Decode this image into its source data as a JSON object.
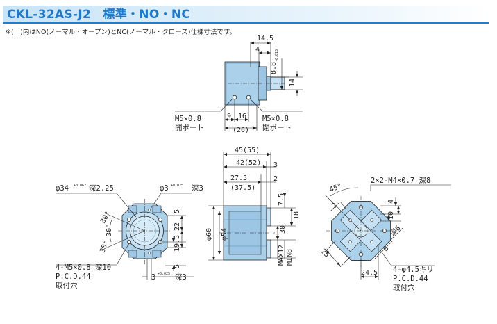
{
  "header": {
    "title": "CKL-32AS-J2　標準・NO・NC",
    "note": "※(　)内はNO(ノーマル・オープン)とNC(ノーマル・クローズ)仕様寸法です。"
  },
  "colors": {
    "accent": "#1e7fd0",
    "part_fill": "#aad0ea",
    "part_dark": "#7fb2d6",
    "line": "#222222"
  },
  "side_view": {
    "dim_14_5": "14.5",
    "dim_4": "4",
    "dim_8_8": "8.8",
    "tol_8_8": "-0.015",
    "dim_14": "14",
    "dim_9": "9",
    "dim_16": "16",
    "dim_26": "(26)",
    "port_left": {
      "thread": "M5×0.8",
      "label": "開ポート"
    },
    "port_right": {
      "thread": "M5×0.8",
      "label": "閉ポート"
    }
  },
  "front_view": {
    "bore_dia": "φ34",
    "bore_tol": "+0.062",
    "bore_depth": "深2.25",
    "pin_dia": "φ3",
    "pin_tol": "+0.025",
    "pin_depth": "深3",
    "angle_1": "30°",
    "angle_2": "30°",
    "angle_3": "30°",
    "dim_22": "22",
    "dim_5a": "5",
    "dim_19_5": "19.5",
    "dim_5b": "5",
    "mount_thread": "4-M5×0.8 深10",
    "mount_pcd": "P.C.D.44",
    "mount_label": "取付穴",
    "pin_bottom": "3",
    "pin_bottom_tol": "+0.025",
    "pin_bottom_depth": "深3"
  },
  "mid_view": {
    "dim_45": "45(55)",
    "dim_42": "42(52)",
    "dim_3": "3",
    "dim_27_5": "27.5",
    "dim_37_5": "(37.5)",
    "dim_2": "2",
    "dim_7_5": "7.5",
    "dim_18": "18",
    "dim_30": "30",
    "dia_60": "φ60",
    "dia_54": "φ54",
    "max_label": "MAX12",
    "min_label": "MIN8"
  },
  "right_view": {
    "angle": "45°",
    "thread": "2×2-M4×0.7 深8",
    "dim_2": "2",
    "dim_4": "4",
    "dim_10": "10",
    "depth_6": "深6",
    "dim_8": "8",
    "dim_25": "25",
    "dim_24_5": "24.5",
    "hole": "4-φ4.5キリ",
    "pcd": "P.C.D.44",
    "label": "取付穴"
  }
}
